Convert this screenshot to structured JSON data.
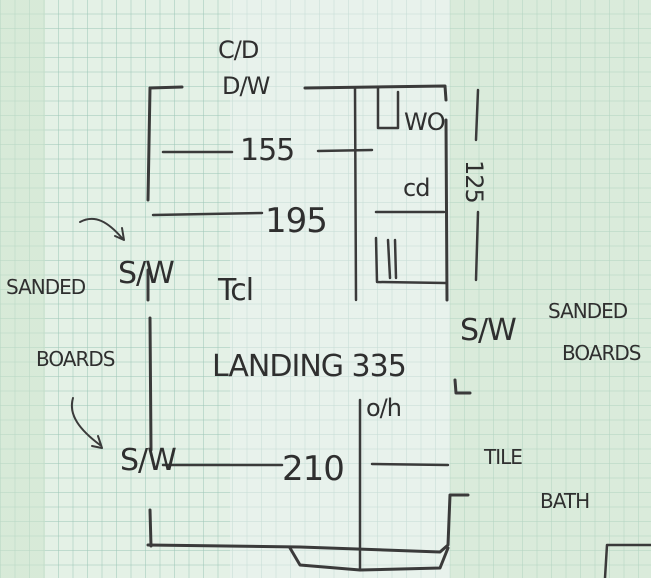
{
  "sketch": {
    "labels": {
      "top_line1": "C/D",
      "top_line2": "D/W",
      "width_upper": "155",
      "width_mid": "195",
      "oven": "Tcl",
      "room_length": "LANDING 335",
      "width_bottom": "210",
      "fridge": "WO",
      "cupboard": "cd",
      "cupboard_depth": "125",
      "sw_left_upper": "S/W",
      "sw_left_lower": "S/W",
      "sw_right": "S/W",
      "drain_left_1": "SANDED",
      "drain_left_2": "BOARDS",
      "drain_right_1": "SANDED",
      "drain_right_2": "BOARDS",
      "stair": "o/h",
      "tile_1": "TILE",
      "tile_2": "BATH"
    }
  }
}
